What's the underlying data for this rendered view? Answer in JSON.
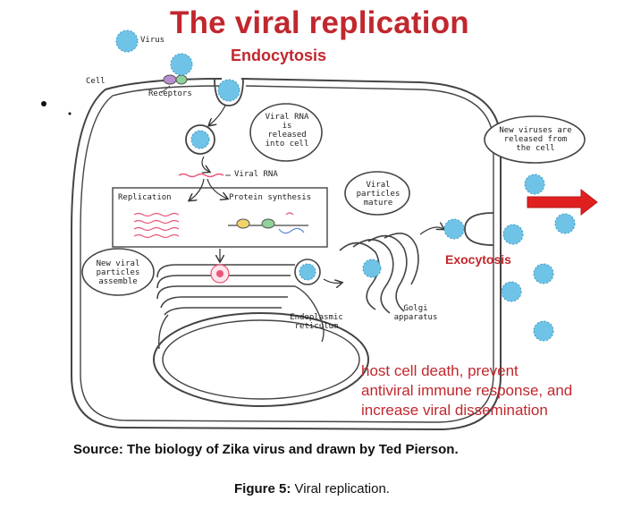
{
  "title": "The viral replication",
  "labels": {
    "virus": "Virus",
    "cell": "Cell",
    "receptors": "Receptors",
    "endocytosis": "Endocytosis",
    "rna_released": "Viral RNA is released into cell",
    "viral_rna": "Viral RNA",
    "replication": "Replication",
    "protein_synthesis": "Protein synthesis",
    "new_particles": "New viral particles assemble",
    "particles_mature": "Viral particles mature",
    "new_viruses_released": "New viruses are released from the cell",
    "exocytosis": "Exocytosis",
    "golgi": "Golgi apparatus",
    "er": "Endoplasmic reticulum"
  },
  "outcome_lines": [
    "host cell death,  prevent",
    "antiviral immune response, and",
    "increase viral dissemination"
  ],
  "source": "Source: The biology of Zika virus and drawn by Ted Pierson.",
  "caption": {
    "prefix": "Figure 5:",
    "text": " Viral replication."
  },
  "colors": {
    "title_red": "#c1272d",
    "virus_blue": "#6fc3e6",
    "arrow_red": "#e0201f"
  }
}
